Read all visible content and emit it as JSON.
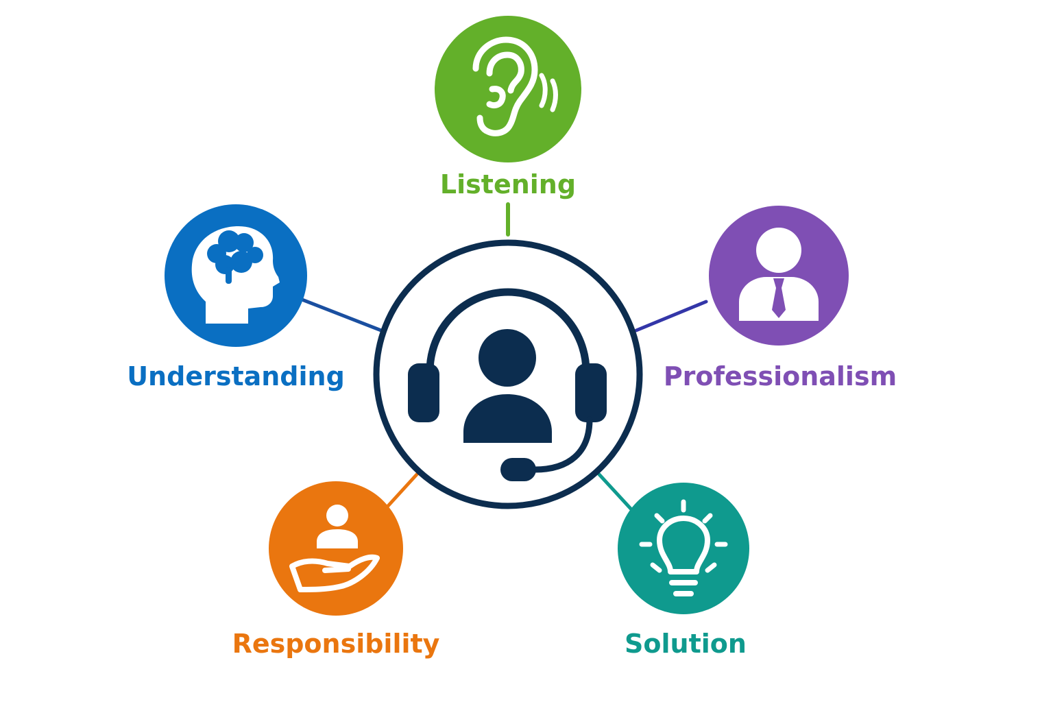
{
  "colors": {
    "background": "#ffffff",
    "hub": "#0c2d4f",
    "listening": "#63b02a",
    "understanding": "#0a6fc2",
    "professionalism": "#7f4fb4",
    "responsibility": "#ea760f",
    "solution": "#0f9a8e"
  },
  "hub": {
    "icon": "customer-support-agent-headset-icon"
  },
  "nodes": {
    "listening": {
      "label": "Listening",
      "icon": "ear-icon"
    },
    "understanding": {
      "label": "Understanding",
      "icon": "head-brain-icon"
    },
    "professionalism": {
      "label": "Professionalism",
      "icon": "person-tie-icon"
    },
    "responsibility": {
      "label": "Responsibility",
      "icon": "hand-holding-person-icon"
    },
    "solution": {
      "label": "Solution",
      "icon": "lightbulb-icon"
    }
  }
}
